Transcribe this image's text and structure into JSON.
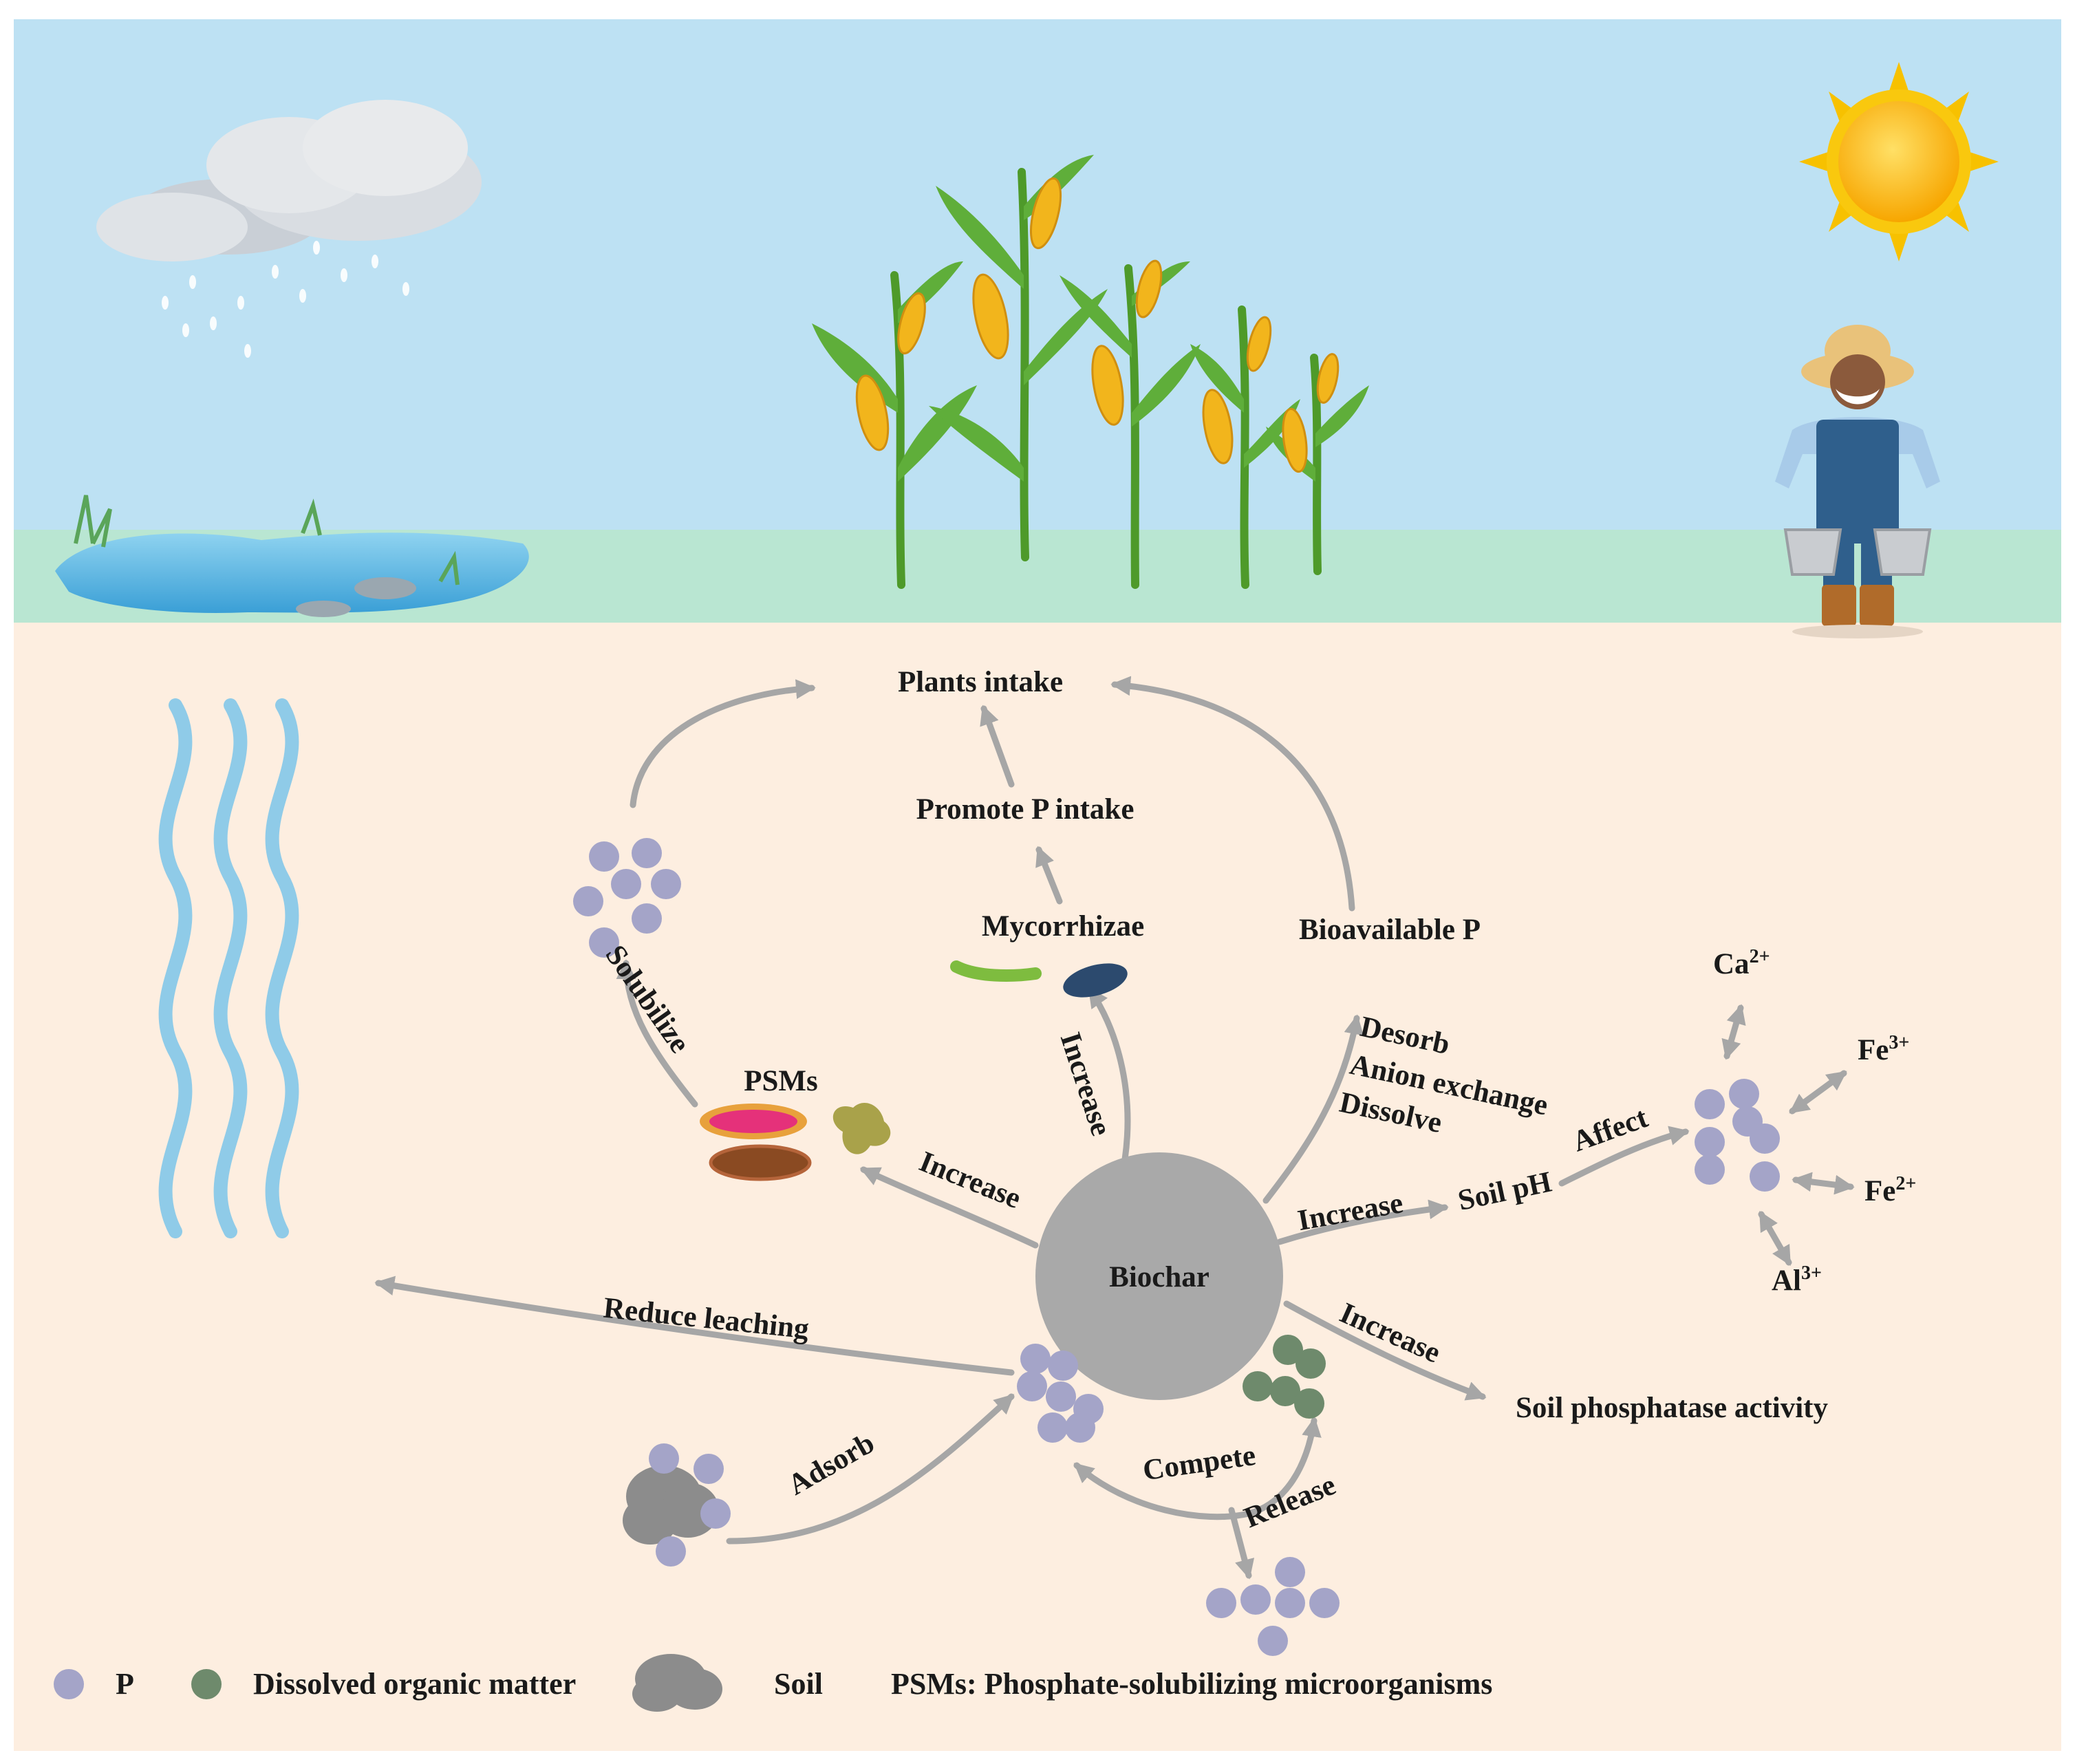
{
  "labels": {
    "plants_intake": "Plants intake",
    "promote_p_intake": "Promote P intake",
    "mycorrhizae": "Mycorrhizae",
    "bioavailable_p": "Bioavailable P",
    "solubilize": "Solubilize",
    "psms": "PSMs",
    "increase_mycorrhizae": "Increase",
    "desorb": "Desorb",
    "anion_exchange": "Anion exchange",
    "dissolve": "Dissolve",
    "affect": "Affect",
    "increase_psms": "Increase",
    "increase_soil_ph": "Increase",
    "soil_ph": "Soil pH",
    "biochar": "Biochar",
    "reduce_leaching": "Reduce leaching",
    "increase_phosphatase": "Increase",
    "soil_phosphatase_activity": "Soil phosphatase activity",
    "adsorb": "Adsorb",
    "compete": "Compete",
    "release": "Release"
  },
  "ions": {
    "ca": {
      "symbol": "Ca",
      "charge": "2+"
    },
    "fe3": {
      "symbol": "Fe",
      "charge": "3+"
    },
    "fe2": {
      "symbol": "Fe",
      "charge": "2+"
    },
    "al": {
      "symbol": "Al",
      "charge": "3+"
    }
  },
  "legend": {
    "p": "P",
    "dom": "Dissolved organic matter",
    "soil": "Soil",
    "psms": "PSMs: Phosphate-solubilizing microorganisms"
  },
  "colors": {
    "sky": "#bde1f3",
    "grass": "#b9e6d2",
    "soil_bg": "#fdeee0",
    "arrow": "#a6a6a6",
    "p_particle": "#a4a4c8",
    "dom_particle": "#6e8a6c",
    "biochar": "#a9a9a9",
    "water_wave": "#8fcbe8"
  }
}
